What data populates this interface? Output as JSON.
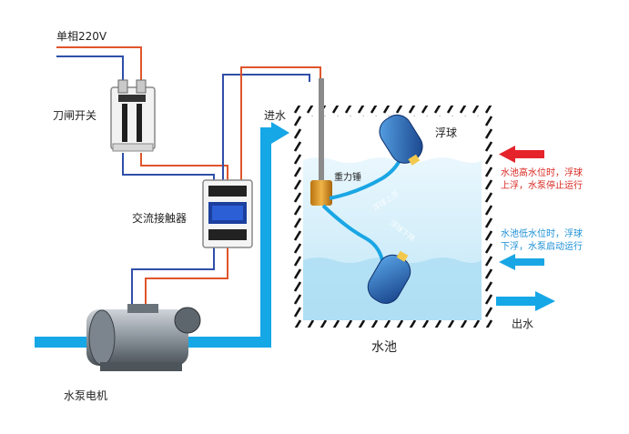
{
  "labels": {
    "power_supply": "单相220V",
    "knife_switch": "刀闸开关",
    "contactor": "交流接触器",
    "pump_motor": "水泵电机",
    "inlet": "进水",
    "float_ball": "浮球",
    "counterweight": "重力锤",
    "pool": "水池",
    "outlet": "出水",
    "float_up_hint": "浮球上浮",
    "float_down_hint": "浮球下降"
  },
  "notes": {
    "high_level": [
      "水池高水位时，浮球",
      "上浮，水泵停止运行"
    ],
    "low_level": [
      "水池低水位时，浮球",
      "下浮，水泵启动运行"
    ]
  },
  "colors": {
    "wire_red": "#e0552b",
    "wire_blue": "#2f4fa8",
    "pipe": "#16a7e6",
    "water": "#d9f0fb",
    "float": "#1f5fb5",
    "arrow_red": "#e5232b",
    "arrow_blue": "#1aa6e4"
  }
}
